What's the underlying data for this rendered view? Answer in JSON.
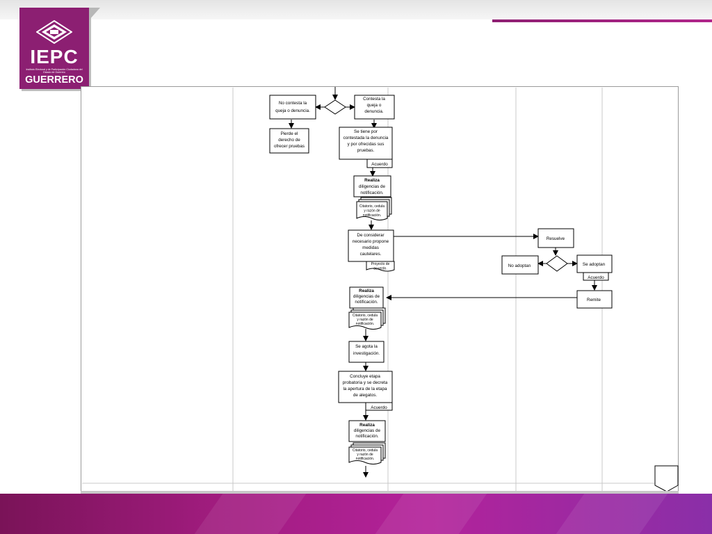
{
  "logo": {
    "title": "IEPC",
    "subtitle": "Instituto Electoral y de Participación Ciudadana del Estado de Guerrero",
    "state": "GUERRERO"
  },
  "diagram": {
    "nodes": {
      "no_contesta": [
        "No contesta la",
        "queja o denuncia."
      ],
      "contesta": [
        "Contesta la",
        "queja o",
        "denuncia."
      ],
      "pierde": [
        "Pierde el",
        "derecho de",
        "ofrecer pruebas"
      ],
      "se_tiene": [
        "Se tiene por",
        "contestada la denuncia",
        "y por ofrecidas sus",
        "pruebas."
      ],
      "acuerdo_1": "Acuerdo",
      "realiza_1": [
        "Realiza",
        "diligencias de",
        "notificación."
      ],
      "citatorio_1": [
        "Citatorio, cedula",
        "y razón de",
        "notificación."
      ],
      "considerar": [
        "De considerar",
        "necesario propone",
        "medidas",
        "cautelares."
      ],
      "proyecto": [
        "Proyecto de",
        "acuerdo."
      ],
      "resuelve": "Resuelve",
      "no_adoptan": "No adoptan",
      "se_adoptan": "Se adoptan",
      "acuerdo_2": "Acuerdo",
      "remite": "Remite",
      "realiza_2": [
        "Realiza",
        "diligencias de",
        "notificación."
      ],
      "citatorio_2": [
        "Citatorio, cedula",
        "y razón de",
        "notificación."
      ],
      "agota": [
        "Se agota la",
        "investigación."
      ],
      "concluye": [
        "Concluye etapa",
        "probatoria y se decreta",
        "la apertura de la etapa",
        "de alegatos."
      ],
      "acuerdo_3": "Acuerdo",
      "realiza_3": [
        "Realiza",
        "diligencias de",
        "notificación."
      ],
      "citatorio_3": [
        "Citatorio, cedula",
        "y razón de",
        "notificación."
      ]
    }
  }
}
